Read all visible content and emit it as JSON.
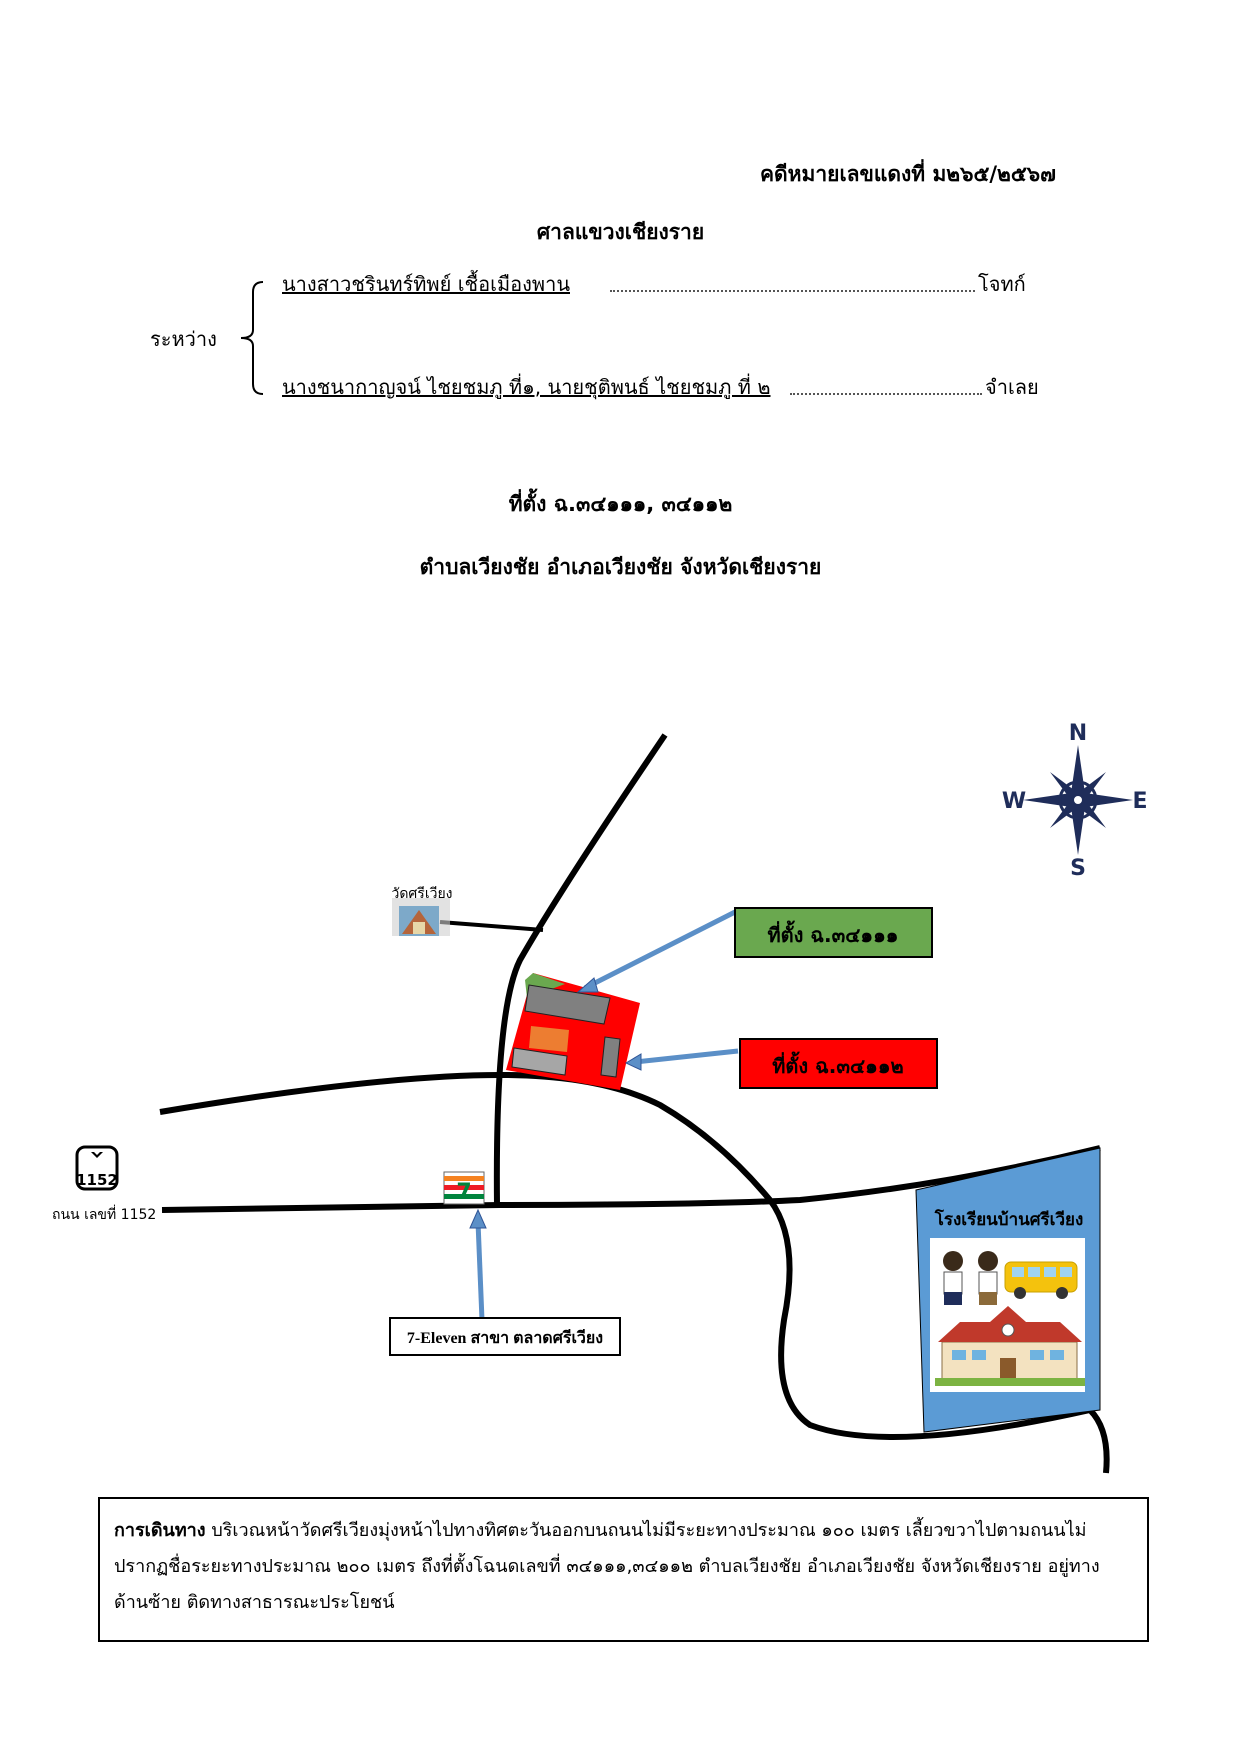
{
  "header": {
    "case_number": "คดีหมายเลขแดงที่ ม๒๖๕/๒๕๖๗",
    "court": "ศาลแขวงเชียงราย"
  },
  "parties": {
    "between_label": "ระหว่าง",
    "plaintiff_name": "นางสาวชรินทร์ทิพย์  เชื้อเมืองพาน",
    "plaintiff_role": "โจทก์",
    "defendant_name": "นางชนากาญจน์  ไชยชมภู ที่๑, นายชุติพนธ์  ไชยชมภู ที่ ๒",
    "defendant_role": "จำเลย"
  },
  "location": {
    "title": "ที่ตั้ง ฉ.๓๔๑๑๑, ๓๔๑๑๒",
    "address": "ตำบลเวียงชัย อำเภอเวียงชัย จังหวัดเชียงราย"
  },
  "map": {
    "temple_label": "วัดศรีเวียง",
    "plot1_label": "ที่ตั้ง ฉ.๓๔๑๑๑",
    "plot2_label": "ที่ตั้ง ฉ.๓๔๑๑๒",
    "road_sign_number": "1152",
    "road_label": "ถนน เลขที่ 1152",
    "store_label": "7-Eleven สาขา ตลาดศรีเวียง",
    "school_label": "โรงเรียนบ้านศรีเวียง",
    "compass": {
      "n": "N",
      "e": "E",
      "s": "S",
      "w": "W"
    },
    "colors": {
      "plot1": "#6aa84f",
      "plot2": "#ff0000",
      "school": "#5b9bd5",
      "arrow": "#5b8fc7"
    }
  },
  "directions": {
    "label": "การเดินทาง",
    "text": " บริเวณหน้าวัดศรีเวียงมุ่งหน้าไปทางทิศตะวันออกบนถนนไม่มีระยะทางประมาณ ๑๐๐ เมตร เลี้ยวขวาไปตามถนนไม่ปรากฏชื่อระยะทางประมาณ ๒๐๐ เมตร ถึงที่ตั้งโฉนดเลขที่ ๓๔๑๑๑,๓๔๑๑๒ ตำบลเวียงชัย อำเภอเวียงชัย จังหวัดเชียงราย อยู่ทางด้านซ้าย ติดทางสาธารณะประโยชน์"
  }
}
